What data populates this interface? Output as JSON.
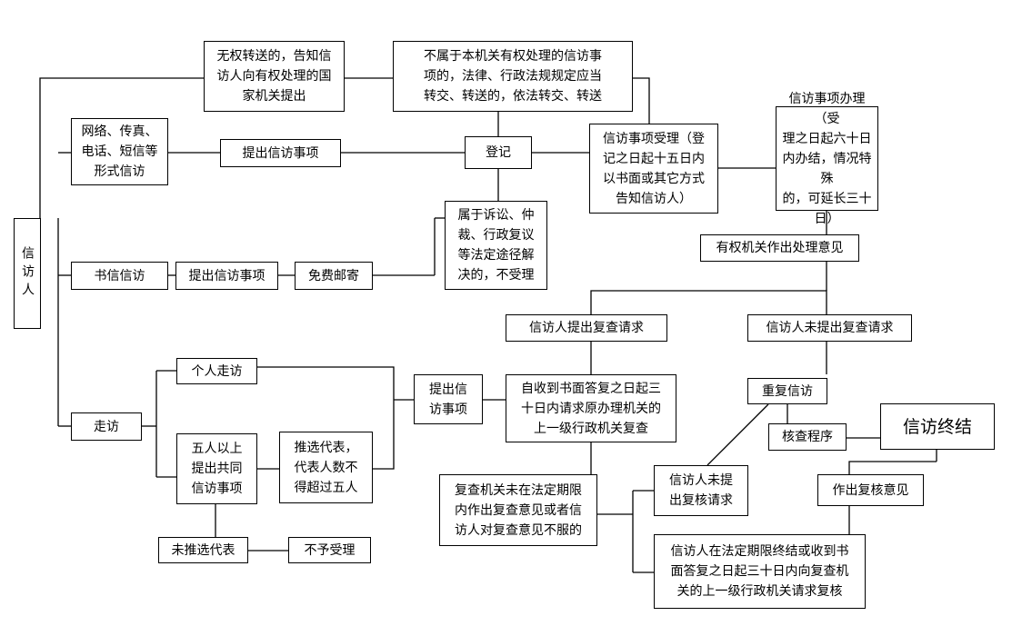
{
  "nodes": {
    "petitioner": "信访人",
    "online": "网络、传真、\n电话、短信等\n形式信访",
    "submit_matter_1": "提出信访事项",
    "register": "登记",
    "no_power_transfer": "无权转送的，告知信\n访人向有权处理的国\n家机关提出",
    "not_our_authority": "不属于本机关有权处理的信访事\n项的，法律、行政法规规定应当\n转交、转送的，依法转交、转送",
    "accept": "信访事项受理（登\n记之日起十五日内\n以书面或其它方式\n告知信访人）",
    "handle": "信访事项办理（受\n理之日起六十日\n内办结，情况特殊\n的，可延长三十\n日）",
    "not_accepted_legal": "属于诉讼、仲\n裁、行政复议\n等法定途径解\n决的，不受理",
    "letter": "书信信访",
    "submit_matter_2": "提出信访事项",
    "free_mail": "免费邮寄",
    "opinion": "有权机关作出处理意见",
    "req_review": "信访人提出复查请求",
    "no_review": "信访人未提出复查请求",
    "visit": "走访",
    "individual_visit": "个人走访",
    "five_or_more": "五人以上\n提出共同\n信访事项",
    "elect_reps": "推选代表，\n代表人数不\n得超过五人",
    "submit_matter_3": "提出信\n访事项",
    "review_request": "自收到书面答复之日起三\n十日内请求原办理机关的\n上一级行政机关复查",
    "repeat_visit": "重复信访",
    "check_procedure": "核查程序",
    "end": "信访终结",
    "no_reps": "未推选代表",
    "not_accepted": "不予受理",
    "review_fail": "复查机关未在法定期限\n内作出复查意见或者信\n访人对复查意见不服的",
    "no_recheck": "信访人未提\n出复核请求",
    "recheck_opinion": "作出复核意见",
    "recheck_request": "信访人在法定期限终结或收到书\n面答复之日起三十日内向复查机\n关的上一级行政机关请求复核"
  }
}
